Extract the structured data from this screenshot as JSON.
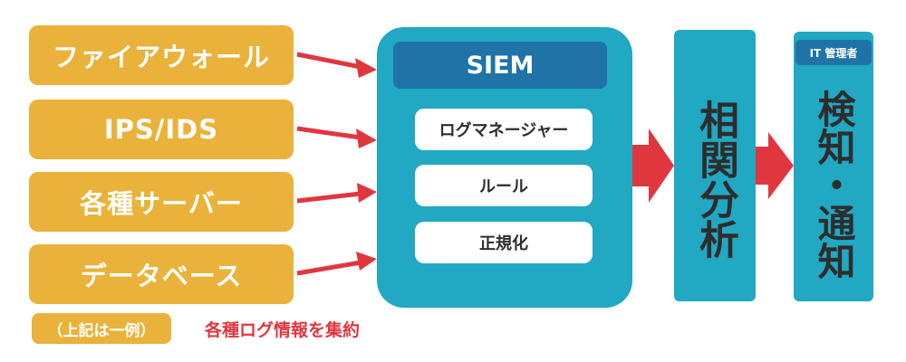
{
  "sources": [
    {
      "label": "ファイアウォール"
    },
    {
      "label": "IPS/IDS"
    },
    {
      "label": "各種サーバー"
    },
    {
      "label": "データベース"
    }
  ],
  "siem": {
    "title": "SIEM",
    "modules": [
      "ログマネージャー",
      "ルール",
      "正規化"
    ]
  },
  "correlation": {
    "label": "相関分析"
  },
  "detection": {
    "tag": "IT 管理者",
    "label": "検知・通知"
  },
  "footer": {
    "note": "（上記は一例）",
    "caption": "各種ログ情報を集約"
  },
  "colors": {
    "source_box": "#eab23a",
    "siem_box": "#21a8c3",
    "siem_header": "#1f73a7",
    "arrow": "#e0373f",
    "caption_text": "#e0373f"
  }
}
